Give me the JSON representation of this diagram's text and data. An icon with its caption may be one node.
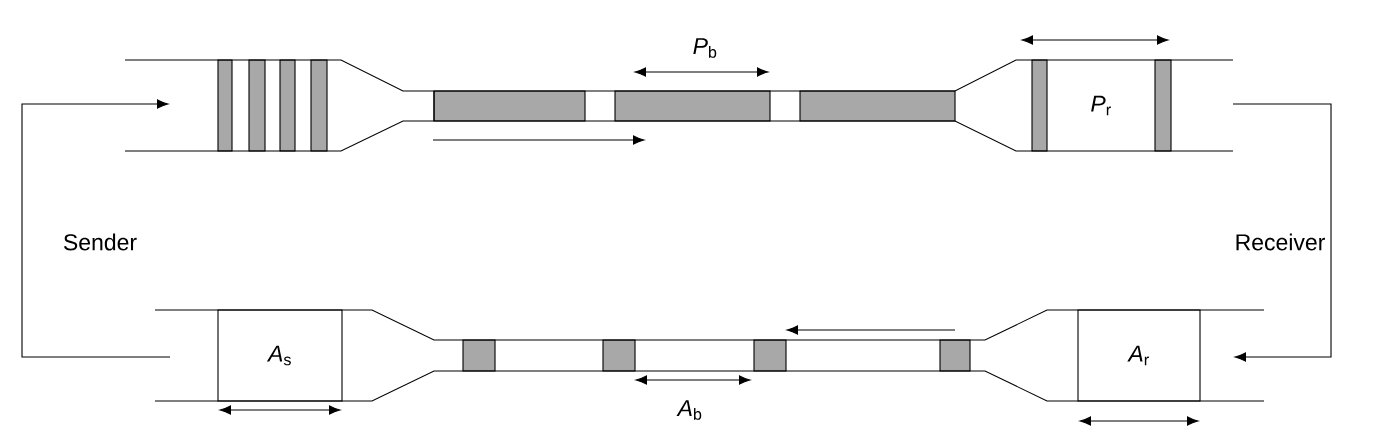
{
  "diagram": {
    "nodes": [
      {
        "text": [
          "*P*$_{r}$"
        ]
      },
      {
        "text": [
          "*A*$_{s}$"
        ]
      },
      {
        "text": [
          "*A*$_{r}$"
        ]
      }
    ],
    "labels": [
      "*P*$_{b}$",
      "Sender",
      "Receiver",
      "*A*$_{b}$"
    ]
  }
}
